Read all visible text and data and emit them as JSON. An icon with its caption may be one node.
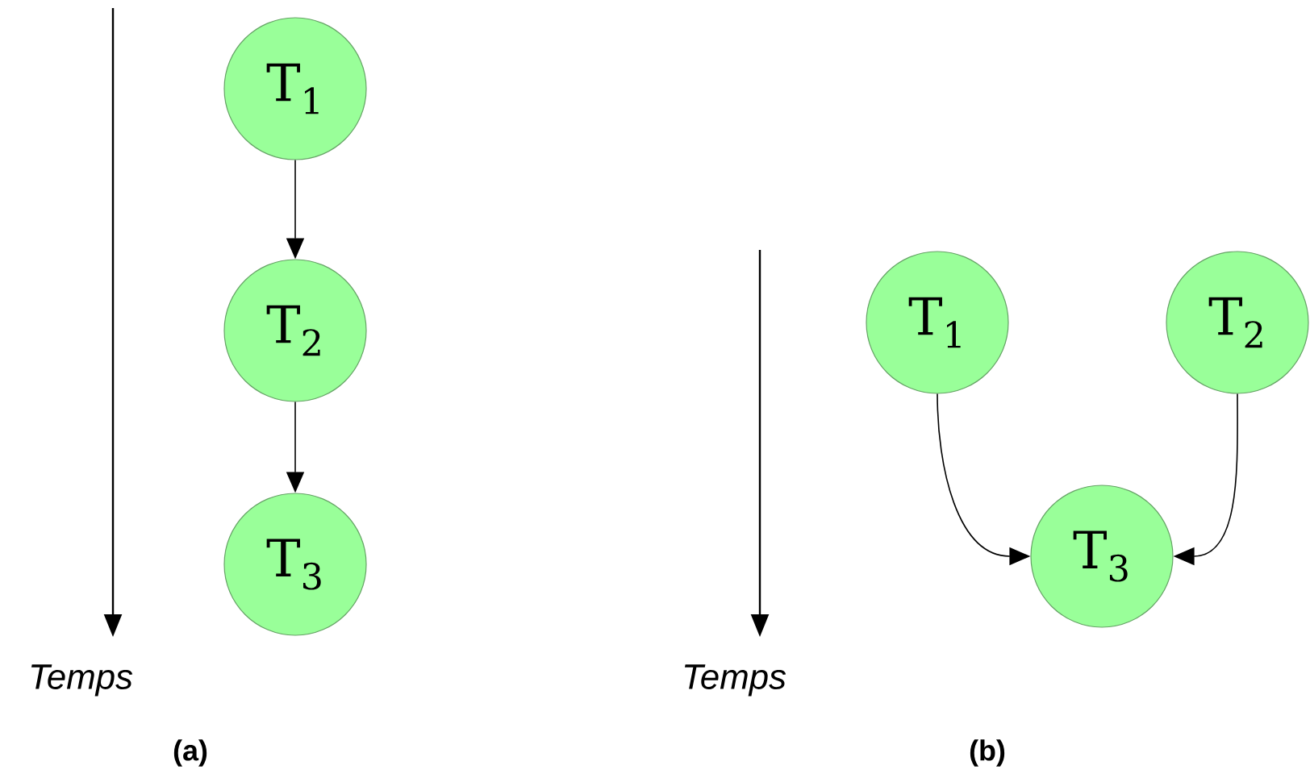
{
  "diagram": {
    "nodes": [
      {
        "text": [
          "T$_{1}$"
        ]
      },
      {
        "text": [
          "T$_{2}$"
        ]
      },
      {
        "text": [
          "T$_{3}$"
        ]
      },
      {
        "text": [
          "T$_{1}$"
        ]
      },
      {
        "text": [
          "T$_{2}$"
        ]
      },
      {
        "text": [
          "T$_{3}$"
        ]
      }
    ],
    "edges": [
      {
        "from": 0,
        "to": 1,
        "arrow": "to"
      },
      {
        "from": 1,
        "to": 2,
        "arrow": "to"
      },
      {
        "from": 3,
        "to": 5,
        "arrow": "to"
      },
      {
        "from": 4,
        "to": 5,
        "arrow": "to"
      }
    ],
    "labels": [
      "Temps",
      "(a)",
      "Temps",
      "(b)"
    ]
  }
}
